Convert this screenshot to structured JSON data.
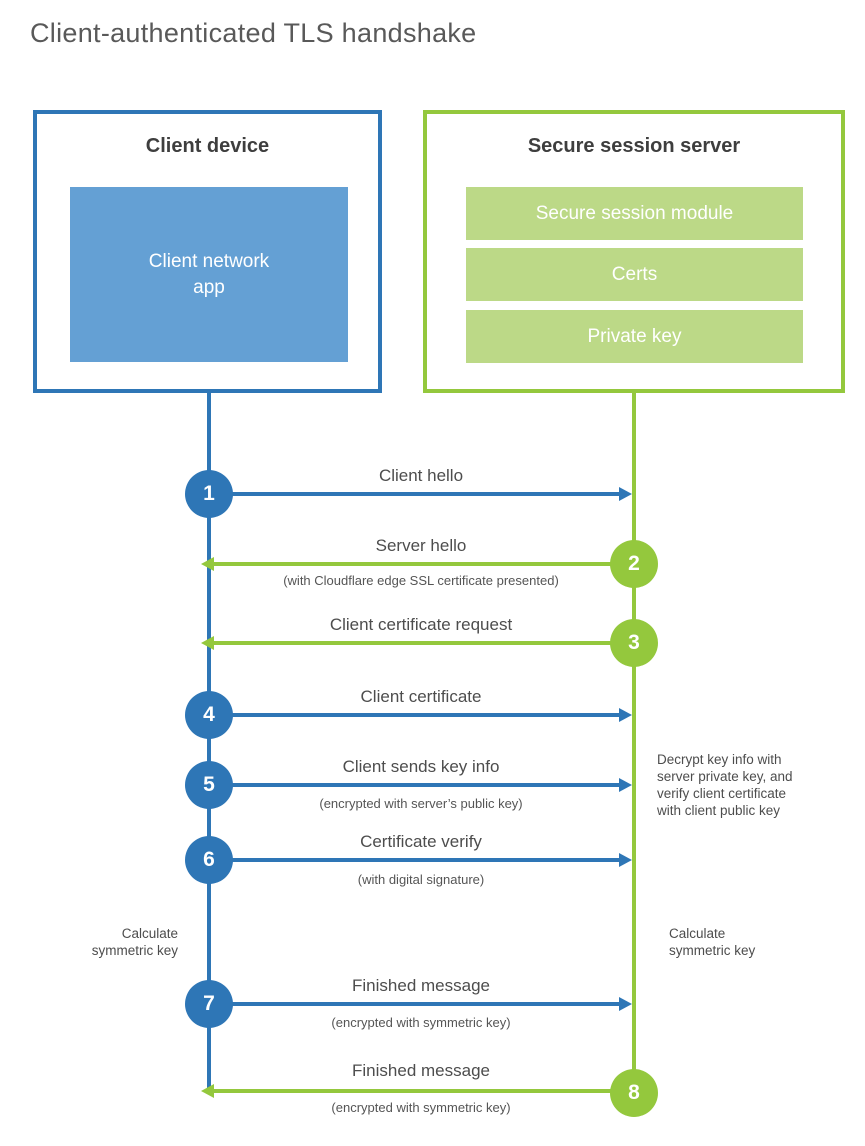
{
  "title": "Client-authenticated TLS handshake",
  "colors": {
    "blue": "#2e76b6",
    "blue_light": "#64a0d4",
    "green": "#94c83d",
    "green_light": "#bcd987"
  },
  "client_box": {
    "title": "Client device",
    "module": "Client network\napp"
  },
  "server_box": {
    "title": "Secure session server",
    "modules": [
      "Secure session module",
      "Certs",
      "Private key"
    ]
  },
  "steps": [
    {
      "number": "1",
      "actor": "client",
      "direction": "right",
      "label": "Client hello",
      "sublabel": ""
    },
    {
      "number": "2",
      "actor": "server",
      "direction": "left",
      "label": "Server hello",
      "sublabel": "(with Cloudflare edge SSL certificate presented)"
    },
    {
      "number": "3",
      "actor": "server",
      "direction": "left",
      "label": "Client certificate request",
      "sublabel": ""
    },
    {
      "number": "4",
      "actor": "client",
      "direction": "right",
      "label": "Client certificate",
      "sublabel": ""
    },
    {
      "number": "5",
      "actor": "client",
      "direction": "right",
      "label": "Client sends key info",
      "sublabel": "(encrypted with server’s public key)"
    },
    {
      "number": "6",
      "actor": "client",
      "direction": "right",
      "label": "Certificate verify",
      "sublabel": "(with digital signature)"
    },
    {
      "number": "7",
      "actor": "client",
      "direction": "right",
      "label": "Finished message",
      "sublabel": "(encrypted with symmetric key)"
    },
    {
      "number": "8",
      "actor": "server",
      "direction": "left",
      "label": "Finished message",
      "sublabel": "(encrypted with symmetric key)"
    }
  ],
  "notes": {
    "calculate_left": "Calculate\nsymmetric key",
    "calculate_right": "Calculate\nsymmetric key",
    "decrypt": "Decrypt key info with\nserver private key, and\nverify client certificate\nwith client public key"
  }
}
